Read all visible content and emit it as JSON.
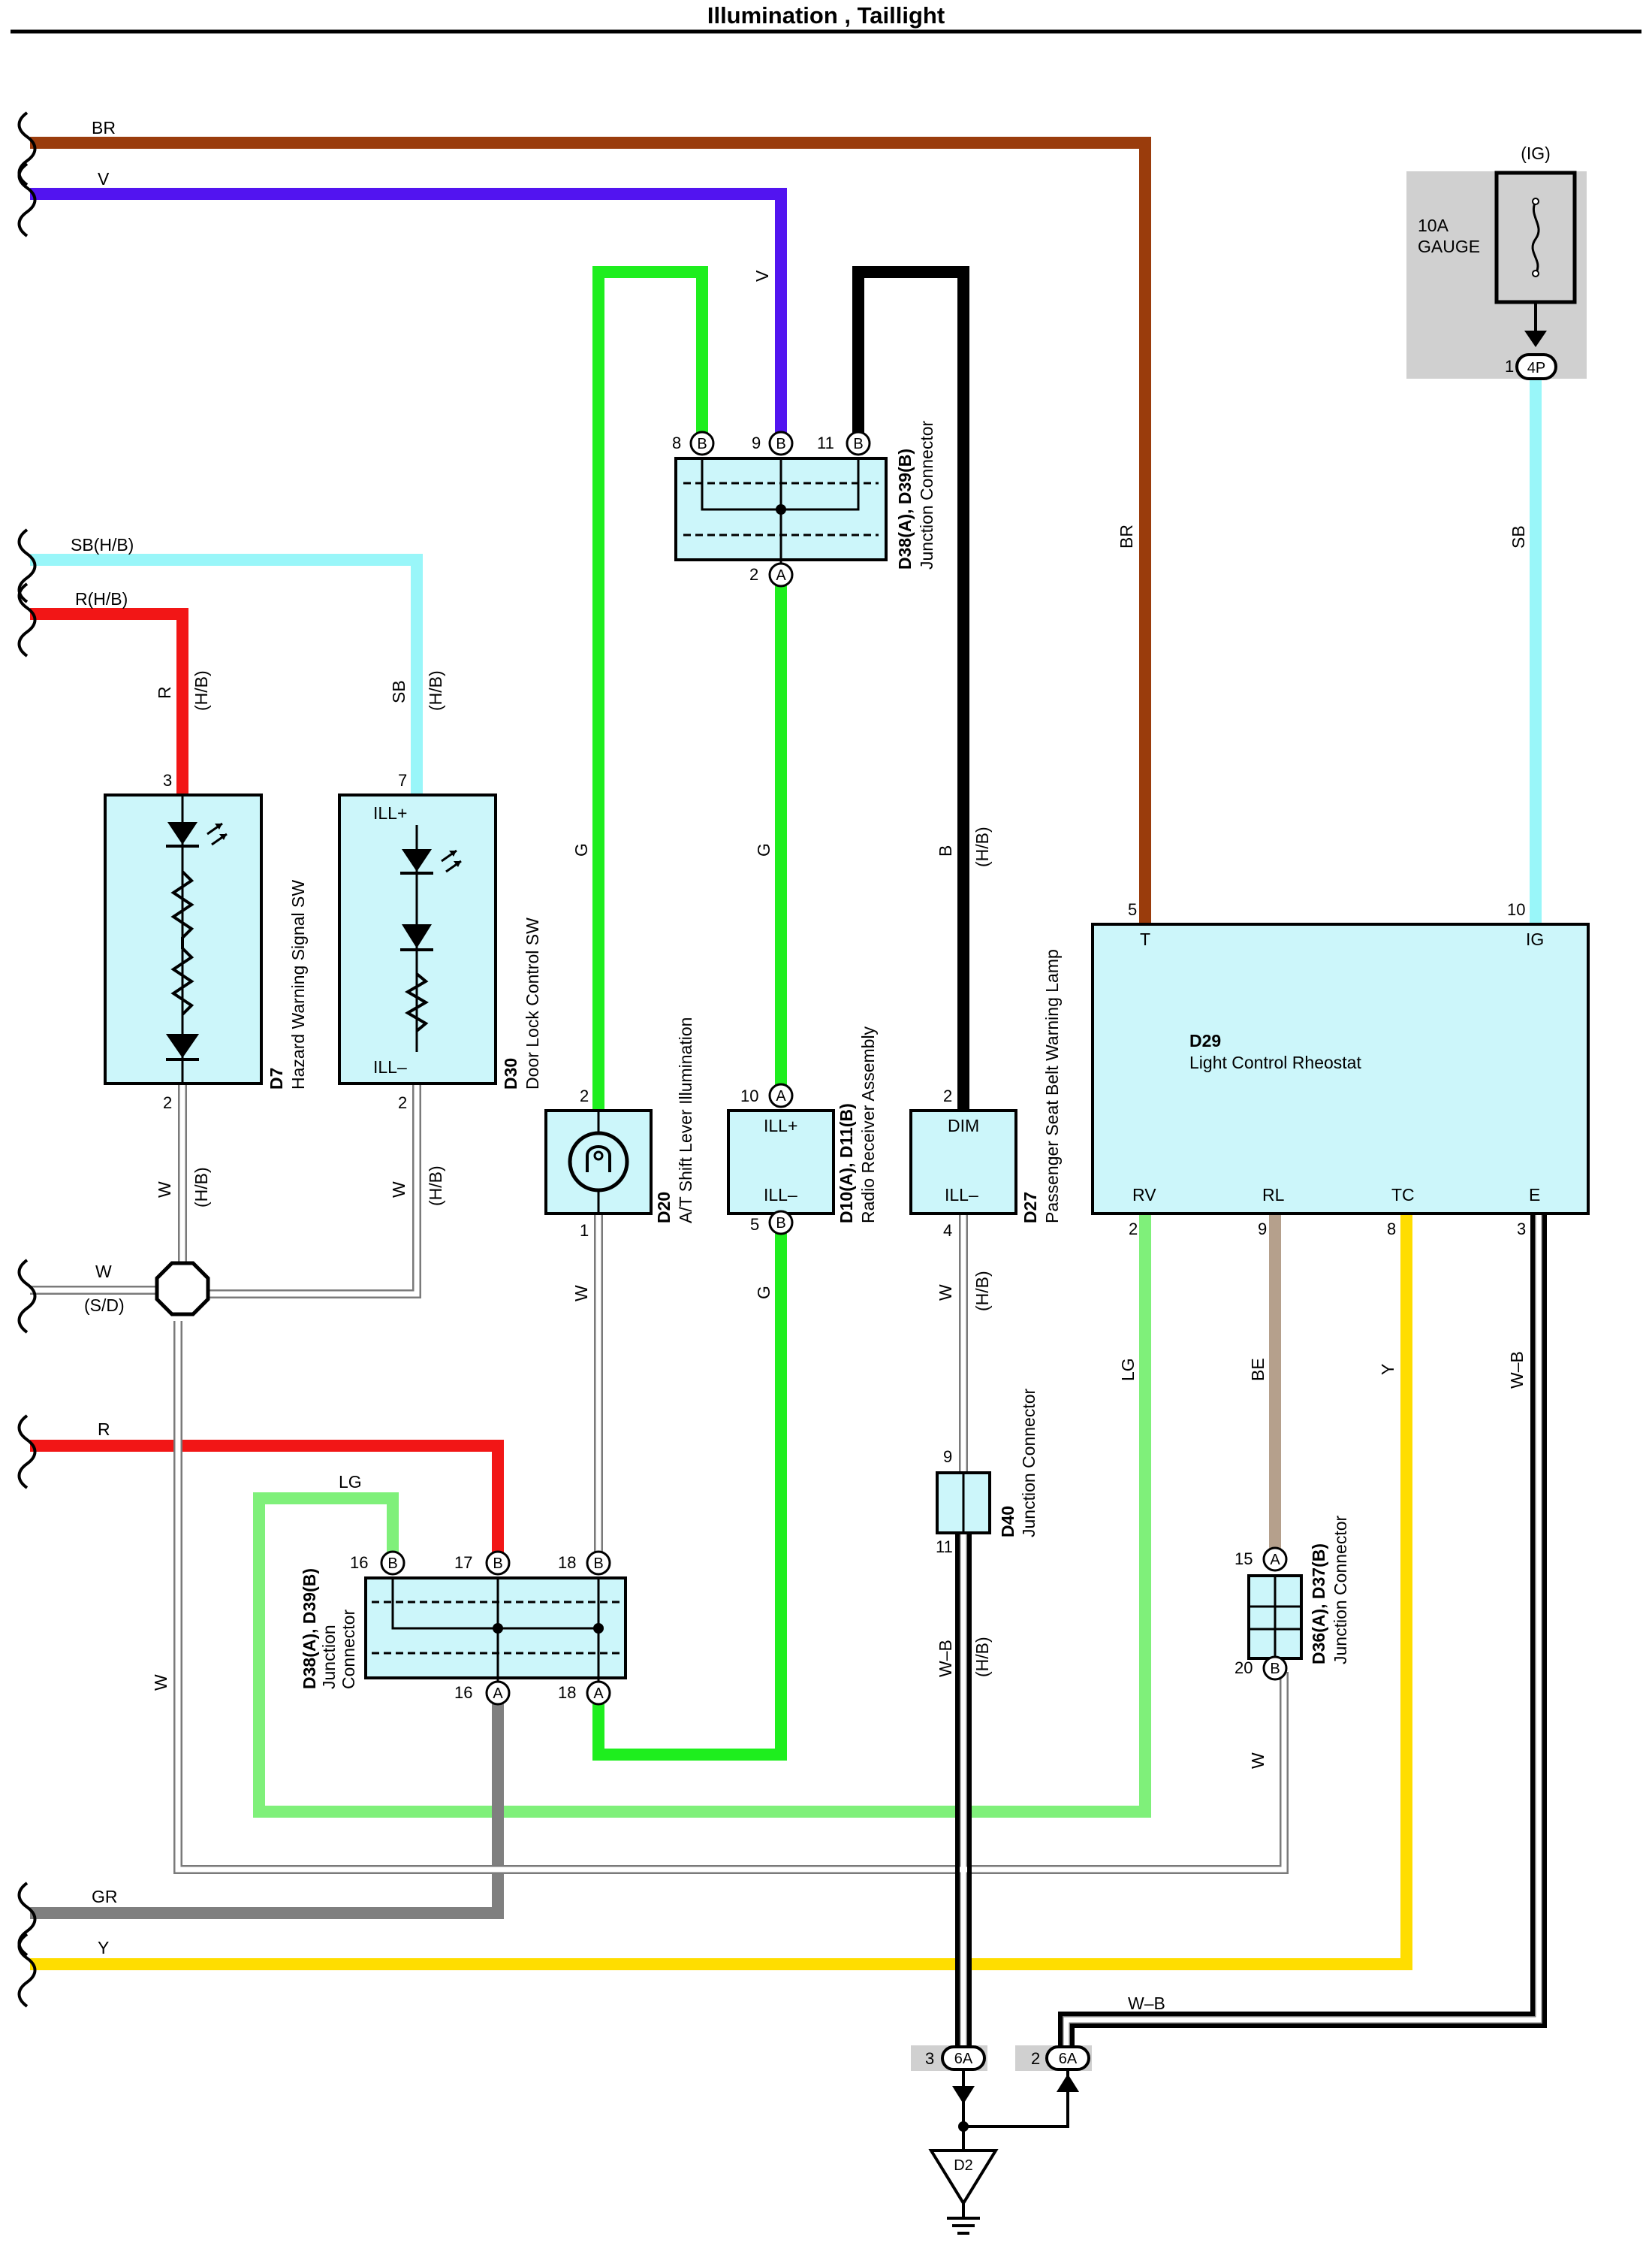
{
  "title": "Illumination , Taillight",
  "colors": {
    "BR": "#9a3c0c",
    "V": "#5214f0",
    "G": "#1eee1e",
    "B": "#000000",
    "SB": "#99f6f9",
    "R": "#f21616",
    "LG": "#7ff07a",
    "GR": "#7f7f7f",
    "Y": "#ffdd00",
    "BE": "#b5a08c",
    "W": "#ffffff",
    "component_fill": "#ccf6fa",
    "fuse_box": "#d0d0d0"
  },
  "wire_labels": {
    "br_left": "BR",
    "v_left": "V",
    "sb_hb_left": "SB(H/B)",
    "r_hb_left": "R(H/B)",
    "w_left": "W",
    "sd_left": "(S/D)",
    "r_left": "R",
    "lg_top": "LG",
    "gr_left": "GR",
    "y_left": "Y",
    "wb_bottom": "W–B",
    "v_vert": "V",
    "br_vert": "BR",
    "sb_vert": "SB",
    "r_d7": "R",
    "hb_d7": "(H/B)",
    "sb_d30": "SB",
    "hb_d30": "(H/B)",
    "g_d20": "G",
    "g_d10": "G",
    "b_d27": "B",
    "hb_d27": "(H/B)",
    "w_d7": "W",
    "hb_d7b": "(H/B)",
    "w_d30": "W",
    "hb_d30b": "(H/B)",
    "w_d20": "W",
    "g_d10b": "G",
    "w_d27": "W",
    "hb_d27b": "(H/B)",
    "lg_rv": "LG",
    "be_rl": "BE",
    "y_tc": "Y",
    "wb_e": "W–B",
    "w_left_vert": "W",
    "wb_d40": "W–B",
    "hb_d40": "(H/B)",
    "w_d36": "W"
  },
  "fuse": {
    "source": "(IG)",
    "rating": "10A",
    "name": "GAUGE",
    "pin": "1",
    "connector": "4P"
  },
  "components": {
    "d7": {
      "code": "D7",
      "name": "Hazard Warning Signal SW",
      "pin_top": "3",
      "pin_bottom": "2"
    },
    "d30": {
      "code": "D30",
      "name": "Door Lock Control SW",
      "pin_top": "7",
      "pin_bottom": "2",
      "term_top": "ILL+",
      "term_bottom": "ILL–"
    },
    "d20": {
      "code": "D20",
      "name": "A/T Shift Lever Illumination",
      "pin_top": "2",
      "pin_bottom": "1"
    },
    "d10": {
      "code": "D10(A), D11(B)",
      "name": "Radio Receiver Assembly",
      "pin_top": "10",
      "pin_bottom": "5",
      "term_top": "ILL+",
      "term_bottom": "ILL–",
      "conn_top": "A",
      "conn_bottom": "B"
    },
    "d27": {
      "code": "D27",
      "name": "Passenger Seat Belt Warning Lamp",
      "pin_top": "2",
      "pin_bottom": "4",
      "term_top": "DIM",
      "term_bottom": "ILL–"
    },
    "d29": {
      "code": "D29",
      "name": "Light Control Rheostat",
      "pins": {
        "t": "5",
        "ig": "10",
        "rv": "2",
        "rl": "9",
        "tc": "8",
        "e": "3"
      },
      "terms": {
        "t": "T",
        "ig": "IG",
        "rv": "RV",
        "rl": "RL",
        "tc": "TC",
        "e": "E"
      }
    },
    "jc_top": {
      "code": "D38(A), D39(B)",
      "name": "Junction Connector",
      "pins": [
        "8",
        "9",
        "11",
        "2"
      ],
      "conns": [
        "B",
        "B",
        "B",
        "A"
      ]
    },
    "jc_bottom": {
      "code": "D38(A), D39(B)",
      "name1": "Junction",
      "name2": "Connector",
      "pins": [
        "16",
        "17",
        "18",
        "16",
        "18"
      ],
      "conns": [
        "B",
        "B",
        "B",
        "A",
        "A"
      ]
    },
    "d40": {
      "code": "D40",
      "name": "Junction Connector",
      "pin_top": "9",
      "pin_bottom": "11"
    },
    "d36": {
      "code": "D36(A), D37(B)",
      "name": "Junction Connector",
      "pin_top": "15",
      "pin_bottom": "20",
      "conn_top": "A",
      "conn_bottom": "B"
    },
    "ground": {
      "code": "D2",
      "pin_a": "3",
      "conn_a": "6A",
      "pin_b": "2",
      "conn_b": "6A"
    }
  }
}
